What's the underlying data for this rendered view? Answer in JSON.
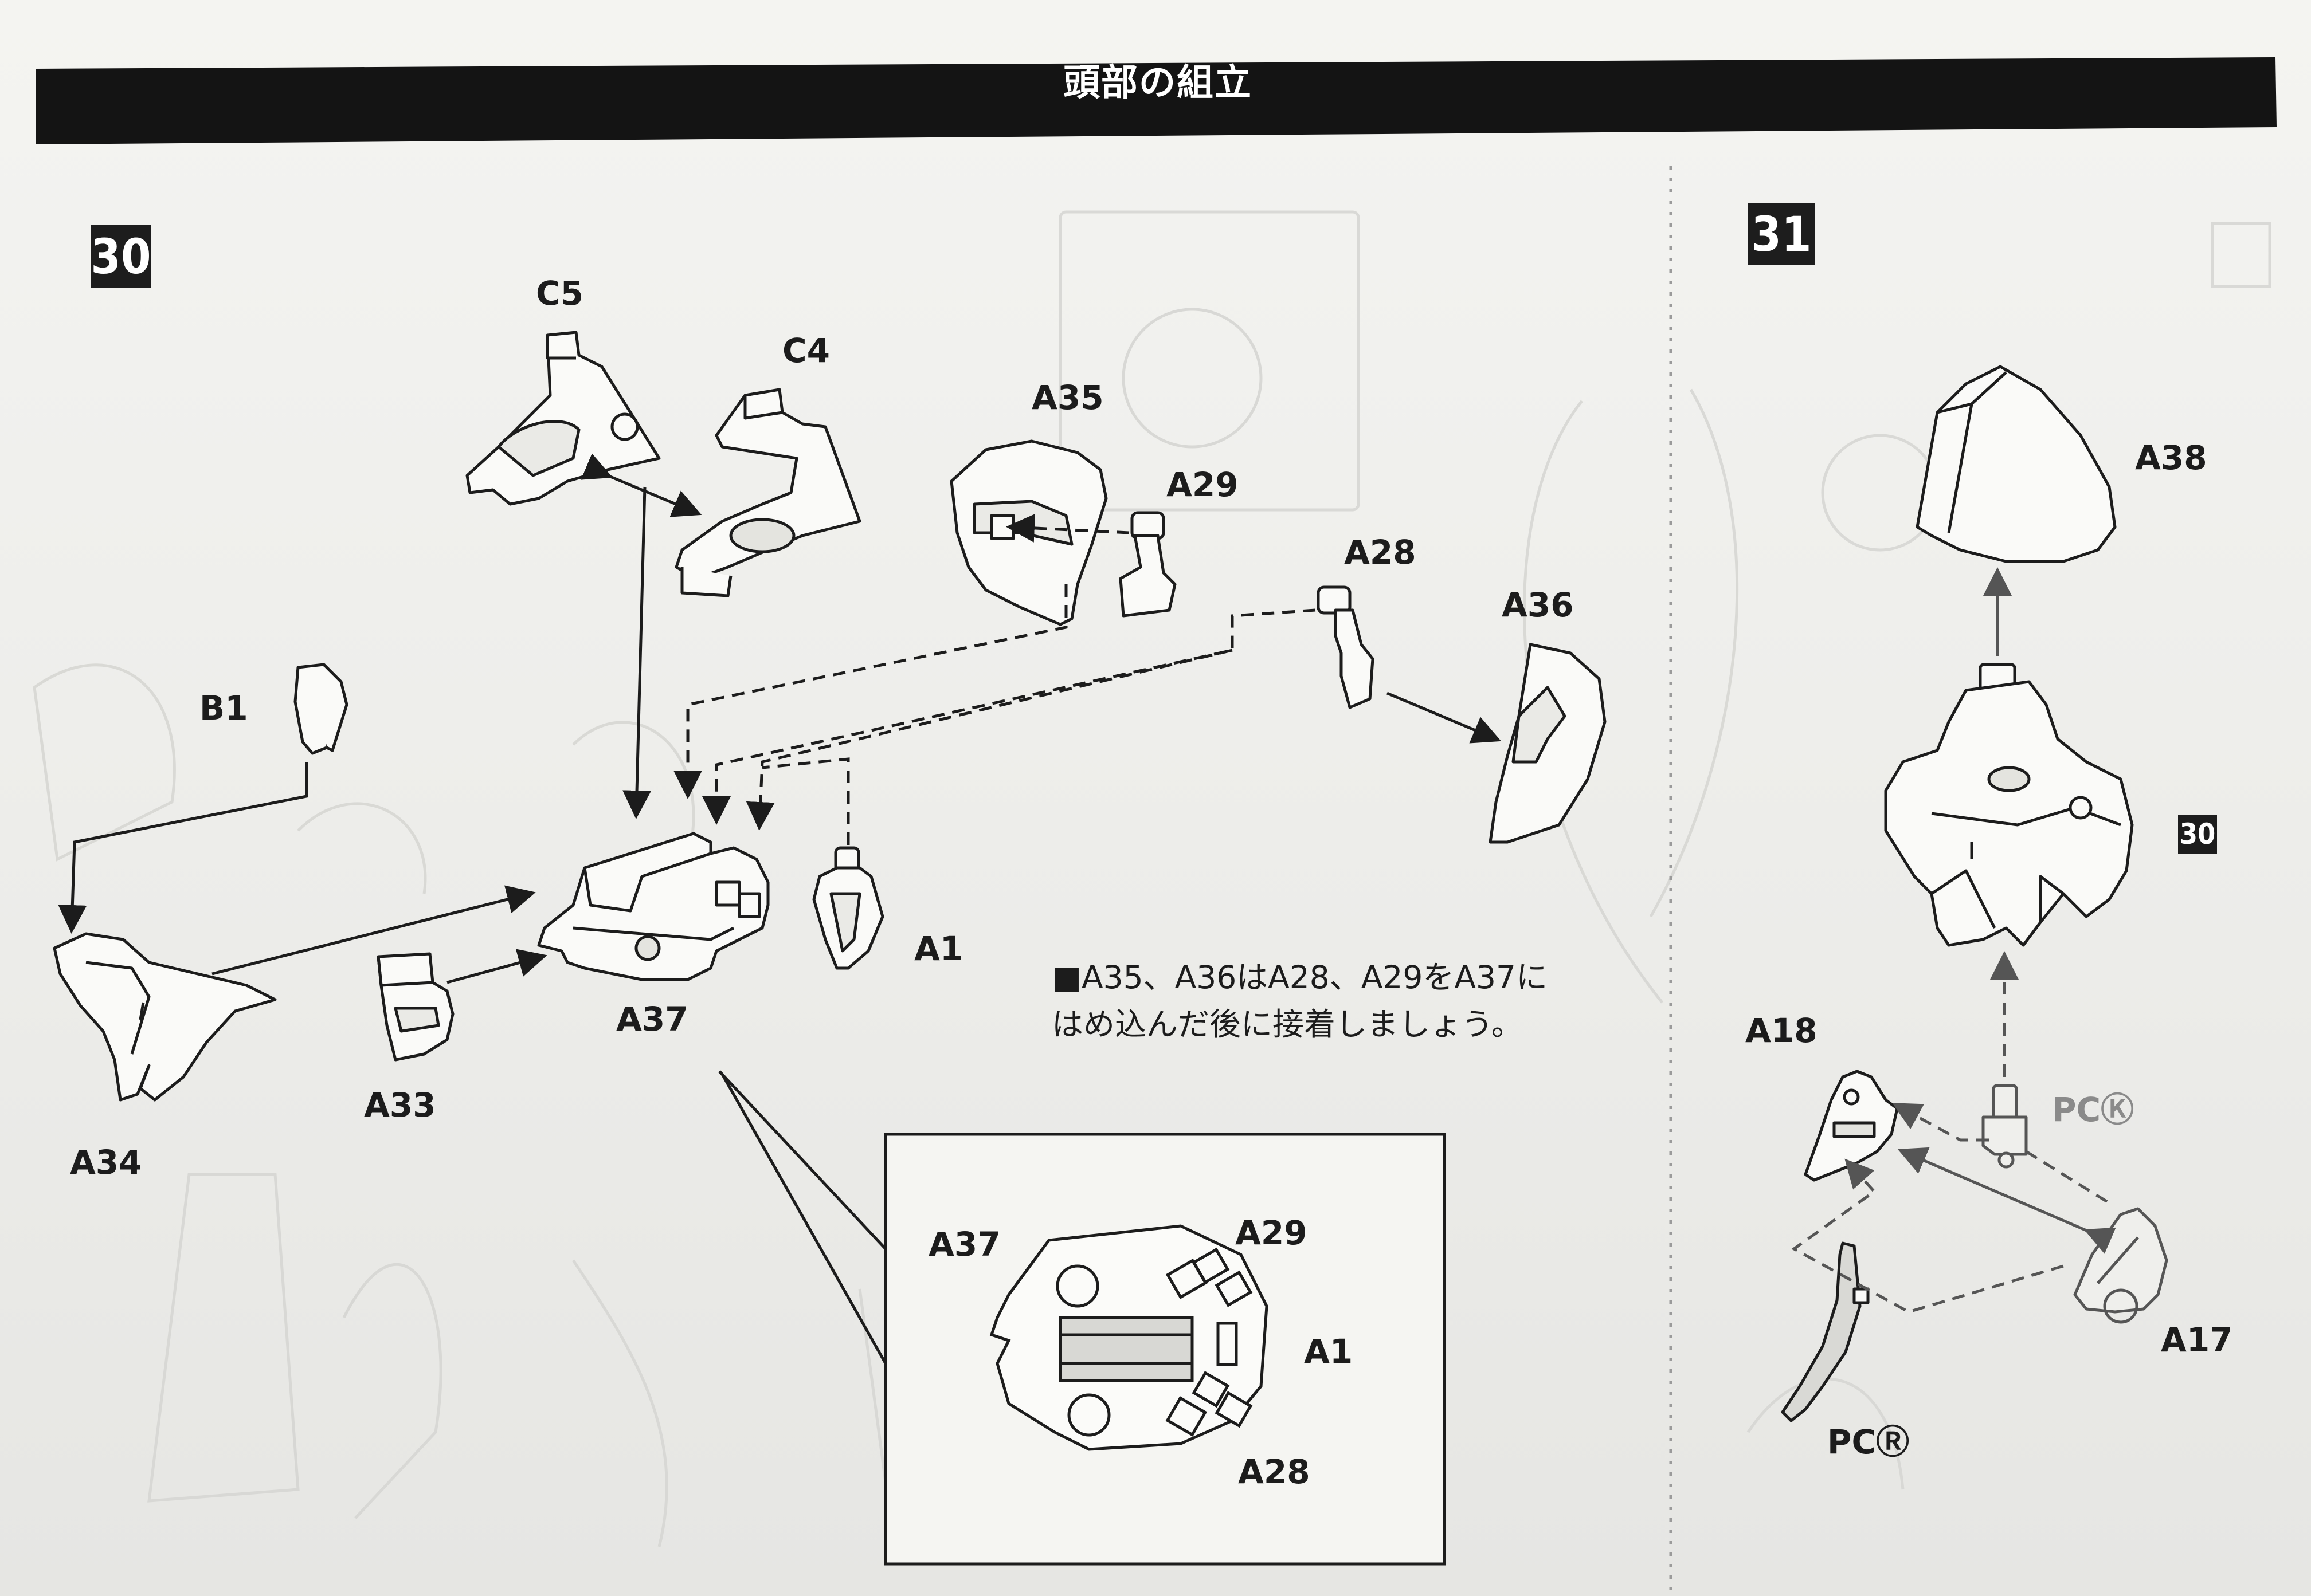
{
  "title": "頭部の組立",
  "steps": {
    "step30": "30",
    "step31": "31",
    "step31_ref": "30"
  },
  "step30_labels": {
    "c5": "C5",
    "c4": "C4",
    "a35": "A35",
    "a29": "A29",
    "a28": "A28",
    "a36": "A36",
    "b1": "B1",
    "a34": "A34",
    "a33": "A33",
    "a37": "A37",
    "a1": "A1"
  },
  "detail_labels": {
    "a37": "A37",
    "a29": "A29",
    "a1": "A1",
    "a28": "A28"
  },
  "note": {
    "line1": "■A35、A36はA28、A29をA37に",
    "line2": "はめ込んだ後に接着しましょう。"
  },
  "step31_labels": {
    "a38": "A38",
    "a18": "A18",
    "pck": "PCⓀ",
    "a17": "A17",
    "pcr": "PCⓇ"
  }
}
